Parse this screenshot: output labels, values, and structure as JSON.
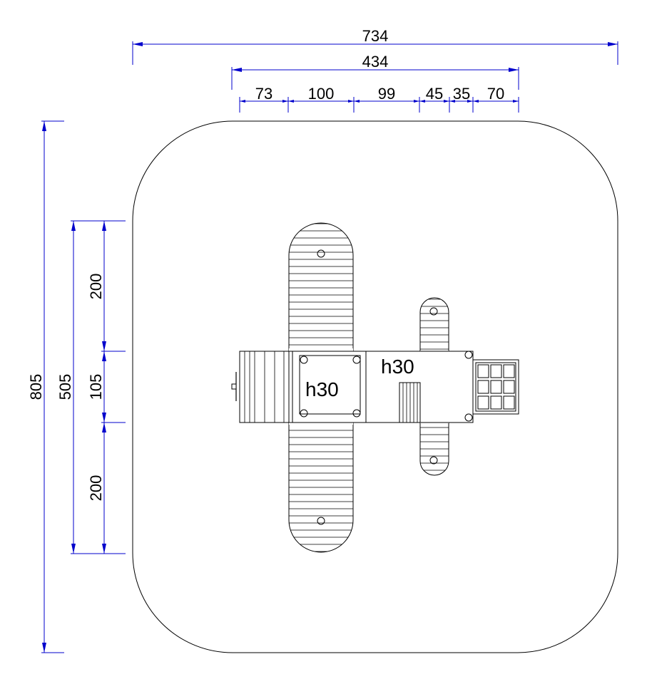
{
  "dimensions": {
    "top_overall": "734",
    "top_inner": "434",
    "top_segments": [
      "73",
      "100",
      "99",
      "45",
      "35",
      "70"
    ],
    "left_overall": "805",
    "left_inner": "505",
    "left_segments": [
      "200",
      "105",
      "200"
    ]
  },
  "labels": {
    "platform_left": "h30",
    "platform_right": "h30"
  },
  "colors": {
    "dimension_line": "#0000cc",
    "outline": "#000000"
  }
}
